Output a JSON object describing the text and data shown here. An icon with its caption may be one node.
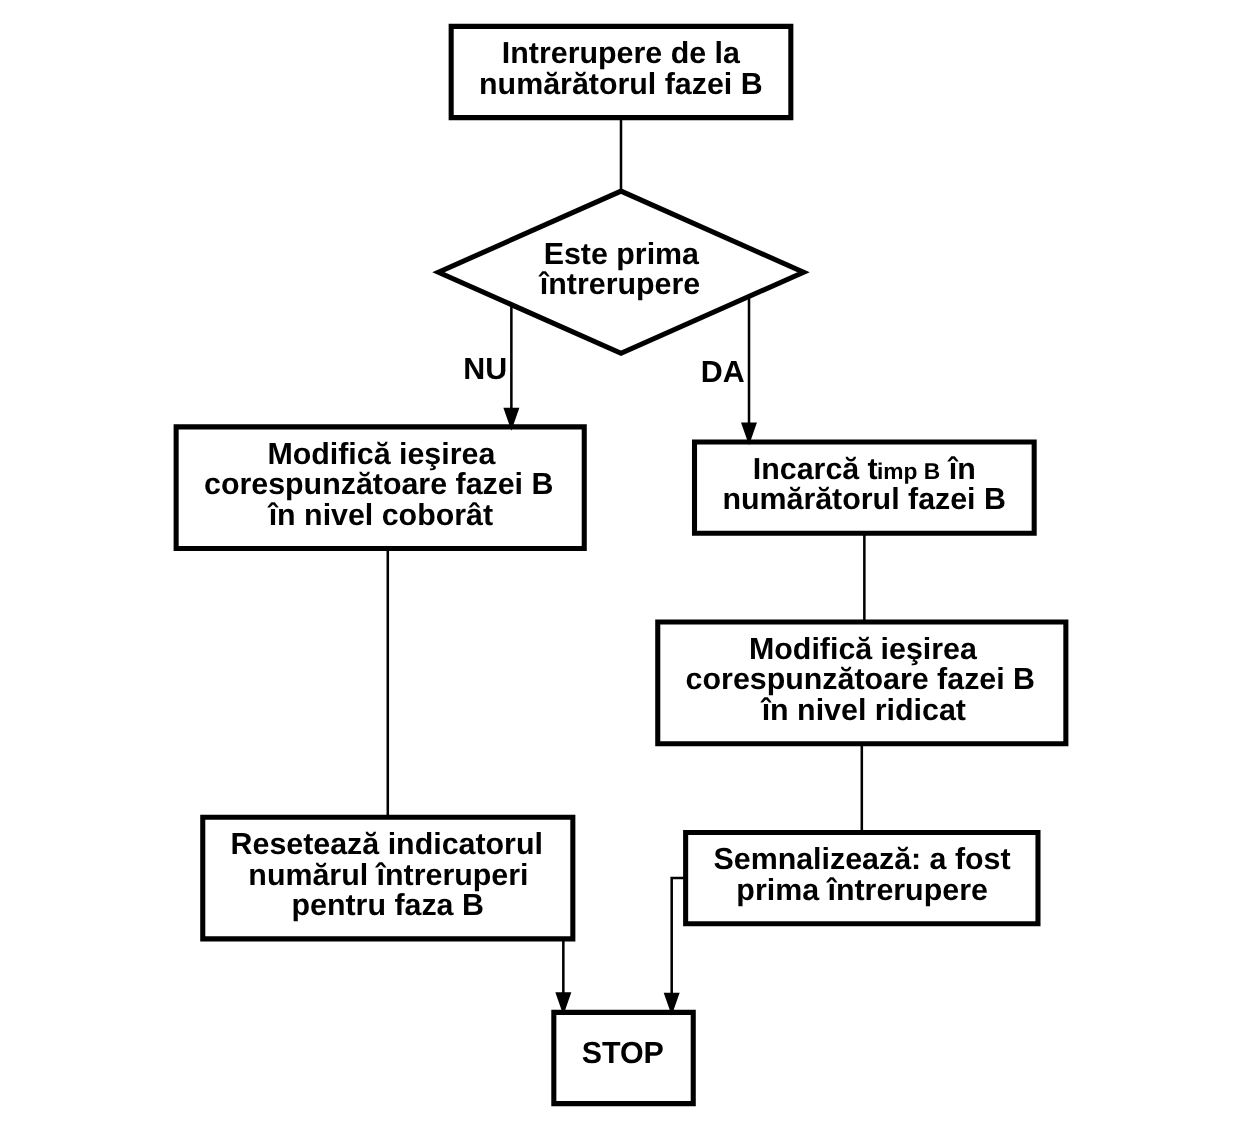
{
  "diagram": {
    "nodes": [
      {
        "text": [
          "Intrerupere de la numărătorul fazei B"
        ]
      },
      {
        "text": [
          "Este prima întrerupere"
        ]
      },
      {
        "text": [
          "Modifică ieşirea corespunzătoare fazei B în nivel coborât"
        ]
      },
      {
        "text": [
          "Resetează indicatorul numărul întreruperi pentru faza B"
        ]
      },
      {
        "text": [
          "Incarcă t$_{imp B}$ în numărătorul fazei B"
        ]
      },
      {
        "text": [
          "Modifică ieşirea corespunzătoare fazei B în nivel ridicat"
        ]
      },
      {
        "text": [
          "Semnalizează: a fost prima întrerupere"
        ]
      },
      {
        "text": [
          "STOP"
        ]
      }
    ],
    "edges": [
      {
        "from": 0,
        "to": 1,
        "arrow": "none"
      },
      {
        "from": 1,
        "to": 2,
        "arrow": "to",
        "label": "NU"
      },
      {
        "from": 1,
        "to": 4,
        "arrow": "to",
        "label": "DA"
      },
      {
        "from": 2,
        "to": 3,
        "arrow": "none"
      },
      {
        "from": 4,
        "to": 5,
        "arrow": "none"
      },
      {
        "from": 5,
        "to": 6,
        "arrow": "none"
      },
      {
        "from": 3,
        "to": 7,
        "arrow": "to"
      },
      {
        "from": 6,
        "to": 7,
        "arrow": "to"
      }
    ]
  }
}
